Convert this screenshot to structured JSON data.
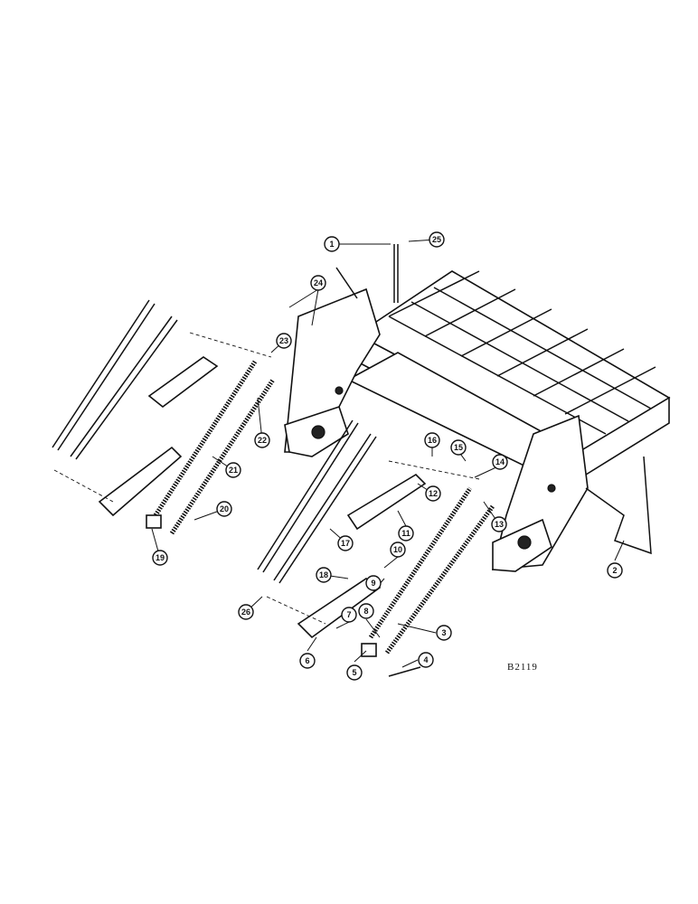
{
  "drawing_code": "B2119",
  "callouts": [
    {
      "id": "c1",
      "label": "1"
    },
    {
      "id": "c2",
      "label": "2"
    },
    {
      "id": "c3",
      "label": "3"
    },
    {
      "id": "c4",
      "label": "4"
    },
    {
      "id": "c5",
      "label": "5"
    },
    {
      "id": "c6",
      "label": "6"
    },
    {
      "id": "c7",
      "label": "7"
    },
    {
      "id": "c8",
      "label": "8"
    },
    {
      "id": "c9",
      "label": "9"
    },
    {
      "id": "c10",
      "label": "10"
    },
    {
      "id": "c11",
      "label": "11"
    },
    {
      "id": "c12",
      "label": "12"
    },
    {
      "id": "c13",
      "label": "13"
    },
    {
      "id": "c14",
      "label": "14"
    },
    {
      "id": "c15",
      "label": "15"
    },
    {
      "id": "c16",
      "label": "16"
    },
    {
      "id": "c17",
      "label": "17"
    },
    {
      "id": "c18",
      "label": "18"
    },
    {
      "id": "c19",
      "label": "19"
    },
    {
      "id": "c20",
      "label": "20"
    },
    {
      "id": "c21",
      "label": "21"
    },
    {
      "id": "c22",
      "label": "22"
    },
    {
      "id": "c23",
      "label": "23"
    },
    {
      "id": "c24",
      "label": "24"
    },
    {
      "id": "c25",
      "label": "25"
    },
    {
      "id": "c26",
      "label": "26"
    }
  ]
}
